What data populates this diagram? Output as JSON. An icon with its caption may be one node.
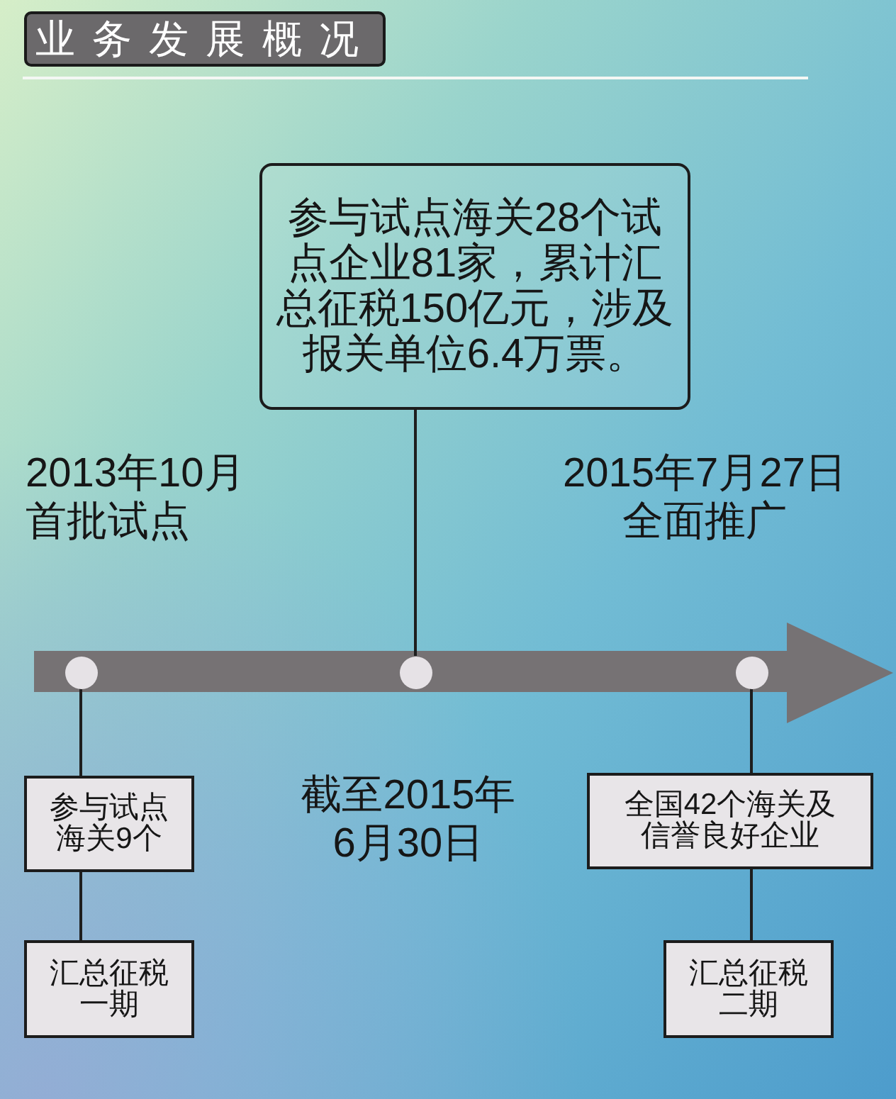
{
  "diagram": {
    "title": "业务发展概况",
    "nodes": [
      {
        "text": [
          "参与试点海关28个试点企业81家，累计汇总征税150亿元，涉及报关单位6.4万票。"
        ]
      },
      {
        "text": [],
        "shape": "circle"
      },
      {
        "text": [],
        "shape": "circle"
      },
      {
        "text": [],
        "shape": "circle"
      },
      {
        "text": [
          "参与试点海关9个"
        ]
      },
      {
        "text": [
          "汇总征税一期"
        ]
      },
      {
        "text": [
          "全国42个海关及信誉良好企业"
        ]
      },
      {
        "text": [
          "汇总征税二期"
        ]
      }
    ],
    "edges": [
      {
        "from": 0,
        "to": 2,
        "arrow": "none"
      },
      {
        "from": 1,
        "to": 4,
        "arrow": "none"
      },
      {
        "from": 4,
        "to": 5,
        "arrow": "none"
      },
      {
        "from": 3,
        "to": 6,
        "arrow": "none"
      },
      {
        "from": 6,
        "to": 7,
        "arrow": "none"
      }
    ],
    "labels": [
      "2013年10月首批试点",
      "2015年7月27日全面推广",
      "截至2015年6月30日"
    ]
  }
}
